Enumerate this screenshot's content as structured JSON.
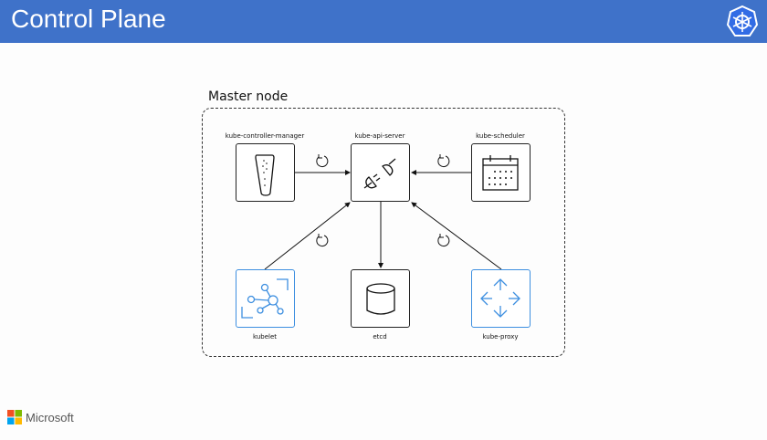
{
  "header": {
    "title": "Control Plane",
    "logo": "kubernetes-helm-icon"
  },
  "diagram": {
    "group_label": "Master node",
    "nodes": {
      "controller": "kube-controller-manager",
      "api": "kube-api-server",
      "scheduler": "kube-scheduler",
      "kubelet": "kubelet",
      "etcd": "etcd",
      "proxy": "kube-proxy"
    }
  },
  "footer": {
    "brand": "Microsoft"
  },
  "colors": {
    "header": "#3f72c9",
    "accent": "#3d8fe0"
  }
}
